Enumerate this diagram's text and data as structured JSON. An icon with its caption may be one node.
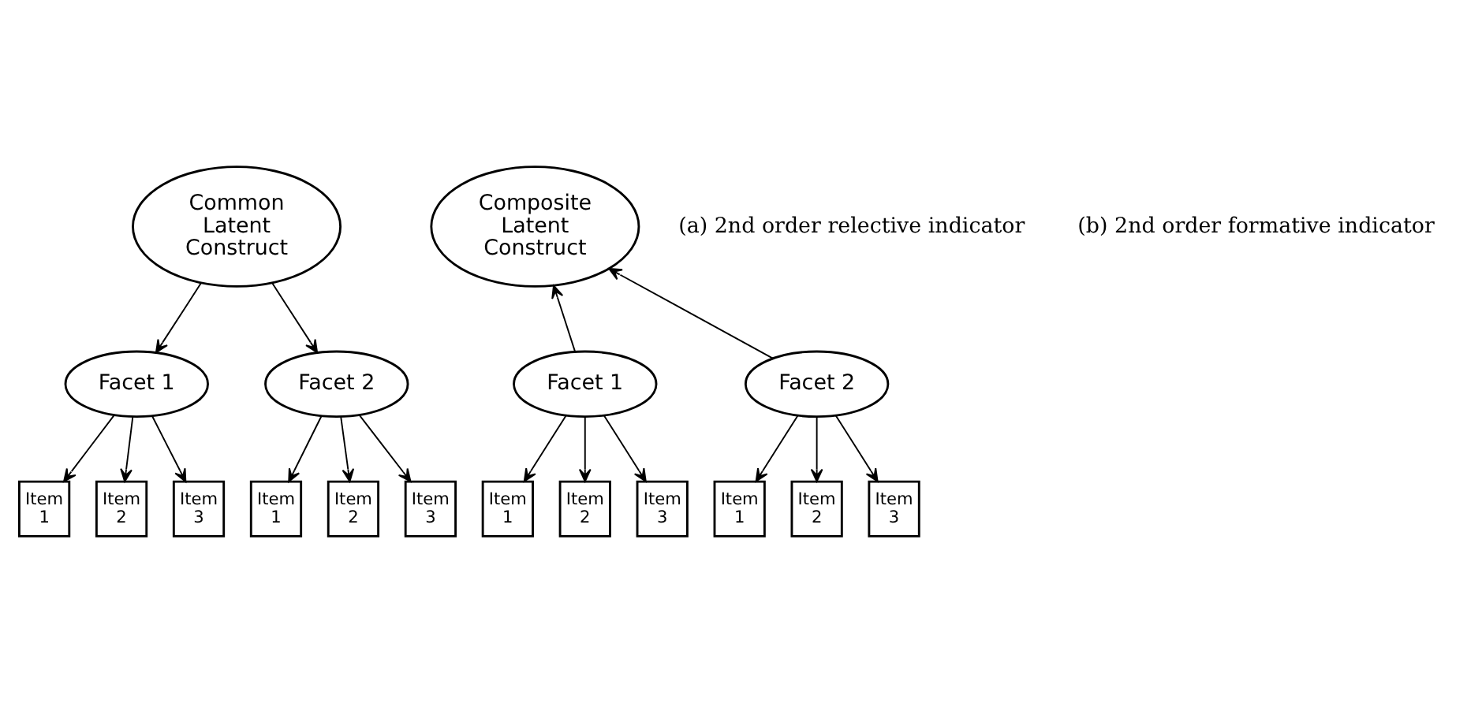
{
  "diagram": {
    "nodes": [
      {
        "text": [
          "Common Latent Construct"
        ]
      },
      {
        "text": [
          "Facet 1"
        ]
      },
      {
        "text": [
          "Facet 2"
        ]
      },
      {
        "text": [
          "Item 1"
        ]
      },
      {
        "text": [
          "Item 2"
        ]
      },
      {
        "text": [
          "Item 3"
        ]
      },
      {
        "text": [
          "Item 1"
        ]
      },
      {
        "text": [
          "Item 2"
        ]
      },
      {
        "text": [
          "Item 3"
        ]
      },
      {
        "text": [
          "Composite Latent Construct"
        ]
      },
      {
        "text": [
          "Facet 1"
        ]
      },
      {
        "text": [
          "Facet 2"
        ]
      },
      {
        "text": [
          "Item 1"
        ]
      },
      {
        "text": [
          "Item 2"
        ]
      },
      {
        "text": [
          "Item 3"
        ]
      },
      {
        "text": [
          "Item 1"
        ]
      },
      {
        "text": [
          "Item 2"
        ]
      },
      {
        "text": [
          "Item 3"
        ]
      }
    ],
    "edges": [
      {
        "from": 0,
        "to": 1,
        "arrow": "to"
      },
      {
        "from": 0,
        "to": 2,
        "arrow": "to"
      },
      {
        "from": 1,
        "to": 3,
        "arrow": "to"
      },
      {
        "from": 1,
        "to": 4,
        "arrow": "to"
      },
      {
        "from": 1,
        "to": 5,
        "arrow": "to"
      },
      {
        "from": 2,
        "to": 6,
        "arrow": "to"
      },
      {
        "from": 2,
        "to": 7,
        "arrow": "to"
      },
      {
        "from": 2,
        "to": 8,
        "arrow": "to"
      },
      {
        "from": 10,
        "to": 9,
        "arrow": "to"
      },
      {
        "from": 11,
        "to": 9,
        "arrow": "to"
      },
      {
        "from": 10,
        "to": 12,
        "arrow": "to"
      },
      {
        "from": 10,
        "to": 13,
        "arrow": "to"
      },
      {
        "from": 10,
        "to": 14,
        "arrow": "to"
      },
      {
        "from": 11,
        "to": 15,
        "arrow": "to"
      },
      {
        "from": 11,
        "to": 16,
        "arrow": "to"
      },
      {
        "from": 11,
        "to": 17,
        "arrow": "to"
      }
    ],
    "labels": [
      "(a) 2nd order relective indicator",
      "(b) 2nd order formative indicator"
    ]
  }
}
